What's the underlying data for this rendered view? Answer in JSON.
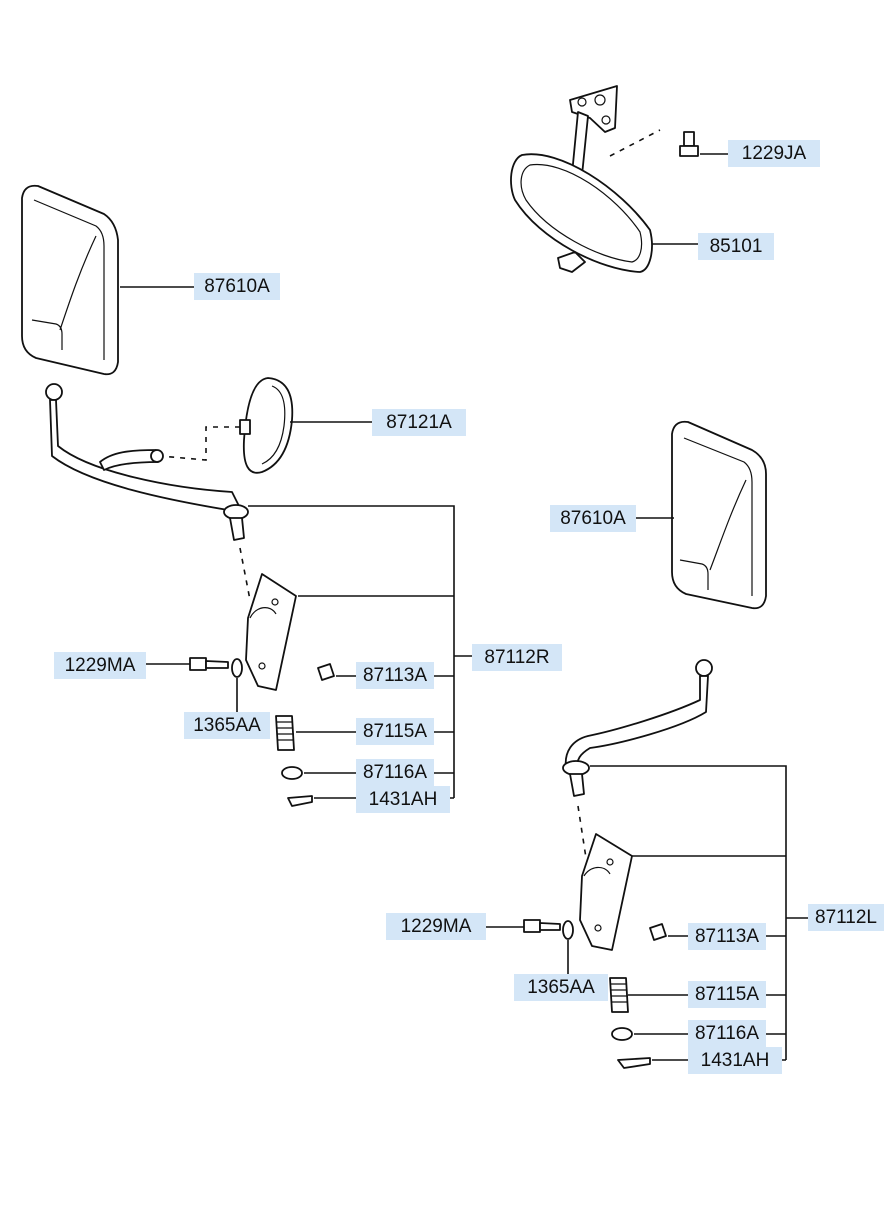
{
  "labels": {
    "p1229JA": "1229JA",
    "p85101": "85101",
    "p87610A_left": "87610A",
    "p87121A": "87121A",
    "p87610A_right": "87610A",
    "p87112R": "87112R",
    "p1229MA_upper": "1229MA",
    "p87113A_upper": "87113A",
    "p1365AA_upper": "1365AA",
    "p87115A_upper": "87115A",
    "p87116A_upper": "87116A",
    "p1431AH_upper": "1431AH",
    "p87112L": "87112L",
    "p1229MA_lower": "1229MA",
    "p87113A_lower": "87113A",
    "p1365AA_lower": "1365AA",
    "p87115A_lower": "87115A",
    "p87116A_lower": "87116A",
    "p1431AH_lower": "1431AH"
  }
}
